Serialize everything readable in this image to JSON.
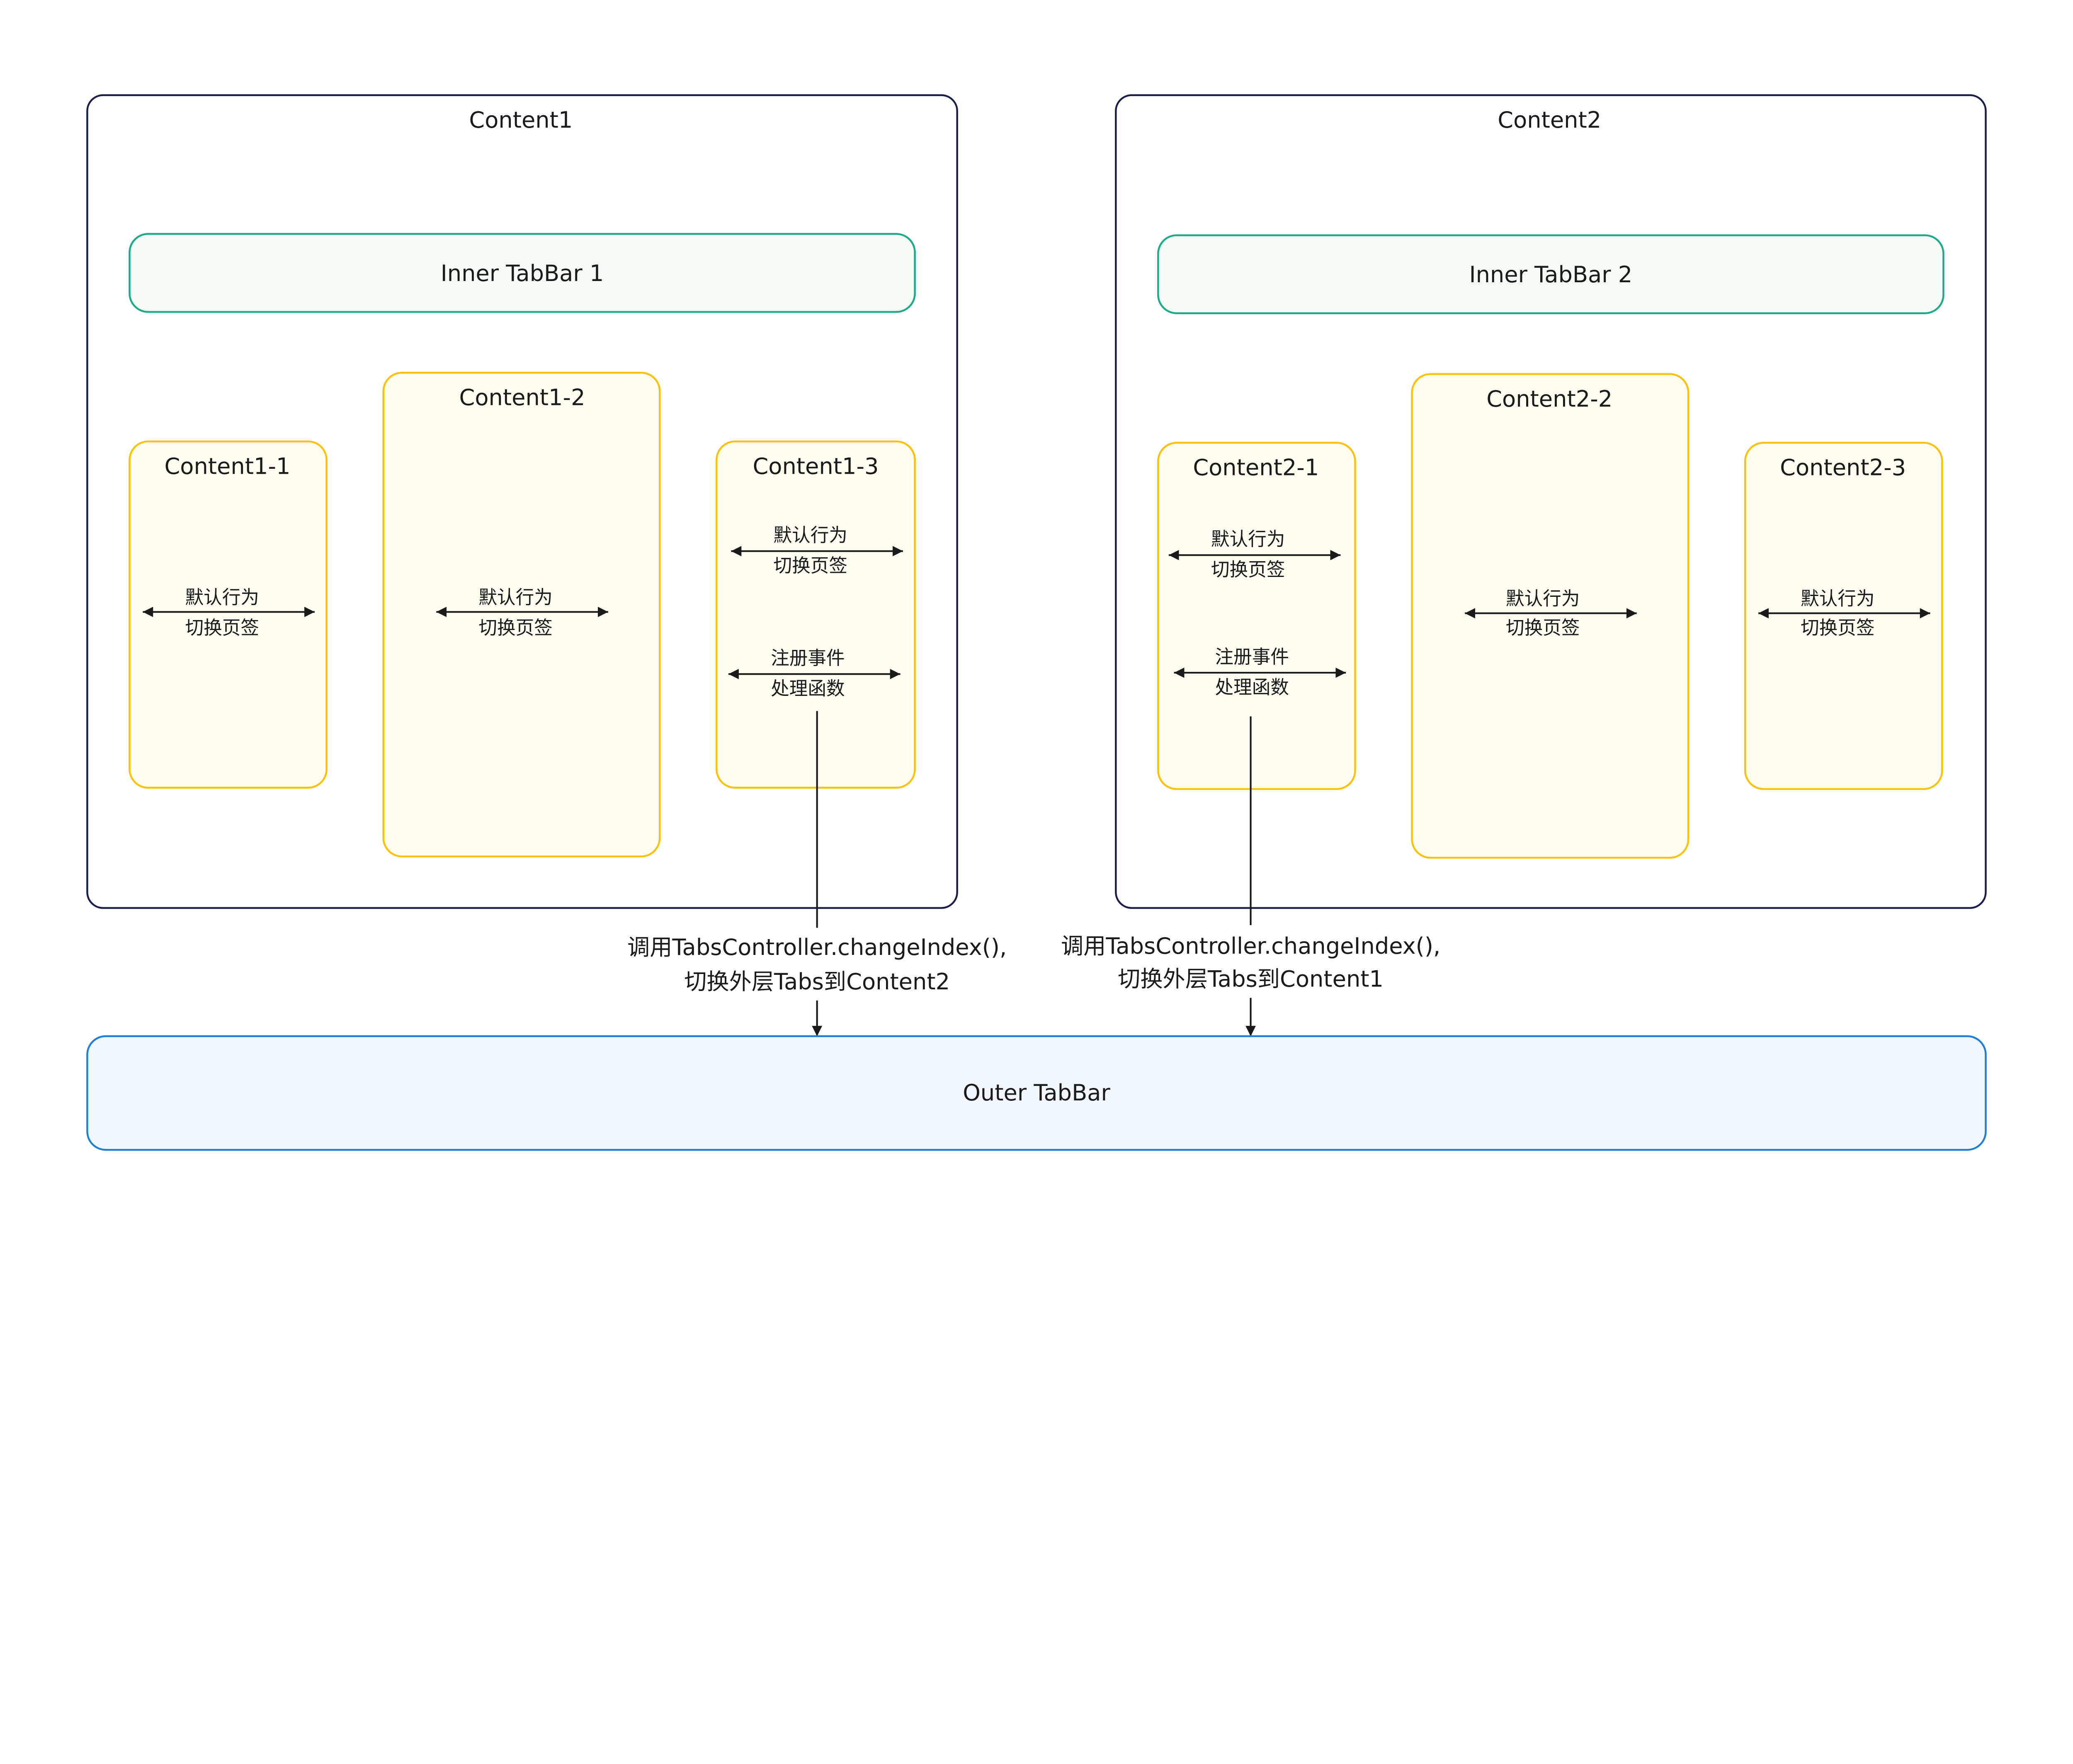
{
  "colors": {
    "outer_border": "#1a1f4a",
    "inner_tabbar_border": "#1aab8b",
    "inner_tabbar_fill": "#f3fbf4",
    "content_border": "#ffc107",
    "content_fill": "#fffdf0",
    "outer_tabbar_border": "#1e7fd9",
    "outer_tabbar_fill": "#f0f7fd"
  },
  "content1": {
    "title": "Content1",
    "inner_tabbar": "Inner TabBar 1",
    "sub": [
      {
        "title": "Content1-1"
      },
      {
        "title": "Content1-2"
      },
      {
        "title": "Content1-3"
      }
    ]
  },
  "content2": {
    "title": "Content2",
    "inner_tabbar": "Inner TabBar 2",
    "sub": [
      {
        "title": "Content2-1"
      },
      {
        "title": "Content2-2"
      },
      {
        "title": "Content2-3"
      }
    ]
  },
  "labels": {
    "default_1": "默认行为",
    "default_2": "切换页签",
    "event_1": "注册事件",
    "event_2": "处理函数"
  },
  "calls": {
    "to2_line1": "调用TabsController.changeIndex(),",
    "to2_line2": "切换外层Tabs到Content2",
    "to1_line1": "调用TabsController.changeIndex(),",
    "to1_line2": "切换外层Tabs到Content1"
  },
  "outer_tabbar": "Outer TabBar"
}
